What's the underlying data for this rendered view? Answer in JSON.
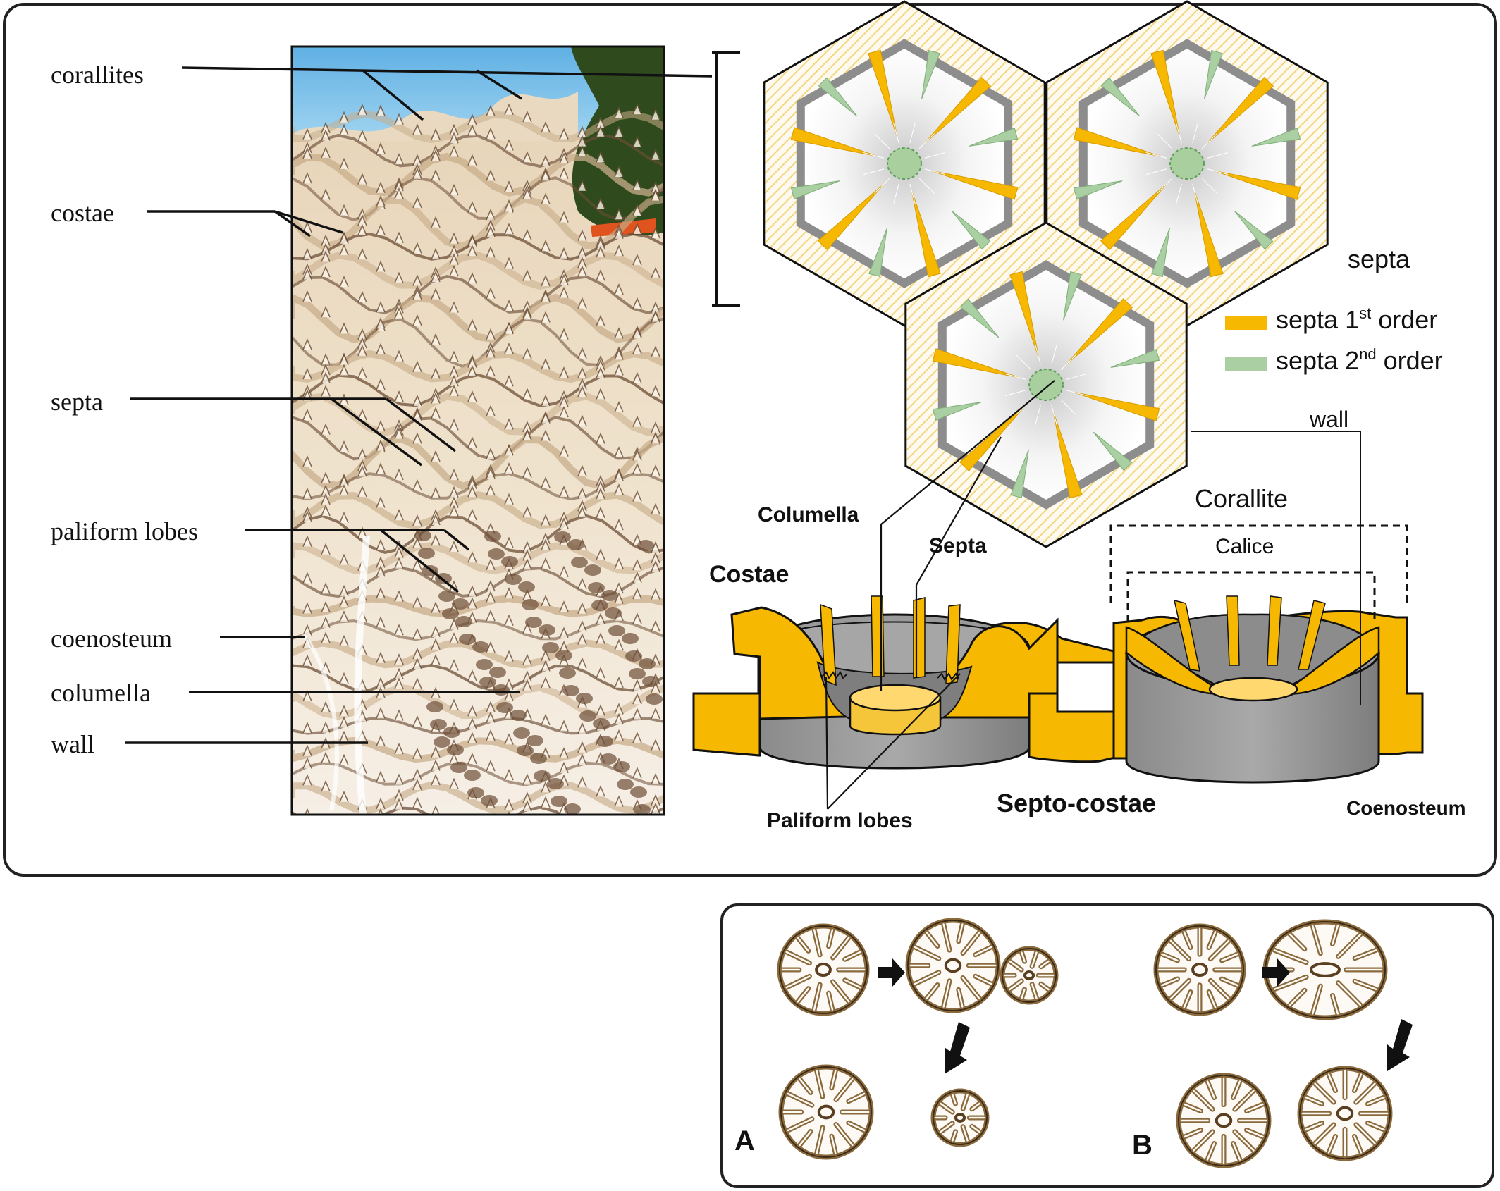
{
  "colors": {
    "yellow": "#f6b800",
    "yellow_dark": "#e3a500",
    "green": "#a9cfa2",
    "grey": "#8d8d8d",
    "grey_dark": "#6b6b6b",
    "hatch": "#f2d680",
    "coral_sky": "#7fc0e6",
    "coral_light": "#efe5d2",
    "coral_mid": "#c8ad8b",
    "coral_dark": "#6d4f37",
    "frame": "#222222"
  },
  "left_panel": {
    "labels": {
      "corallites": "corallites",
      "costae": "costae",
      "septa": "septa",
      "paliform_lobes": "paliform lobes",
      "coenosteum": "coenosteum",
      "columella": "columella",
      "wall": "wall"
    }
  },
  "hex_panel": {
    "septa_label": "septa",
    "wall_label": "wall",
    "legend": {
      "first_order": {
        "prefix": "septa 1",
        "sup": "st",
        "suffix": " order",
        "color": "#f6b800"
      },
      "second_order": {
        "prefix": "septa 2",
        "sup": "nd",
        "suffix": " order",
        "color": "#a9cfa2"
      }
    }
  },
  "cross_section": {
    "columella": "Columella",
    "septa": "Septa",
    "costae": "Costae",
    "corallite": "Corallite",
    "calice": "Calice",
    "paliform_lobes": "Paliform  lobes",
    "septo_costae": "Septo-costae",
    "coenosteum": "Coenosteum"
  },
  "division_panel": {
    "label_a": "A",
    "label_b": "B"
  }
}
